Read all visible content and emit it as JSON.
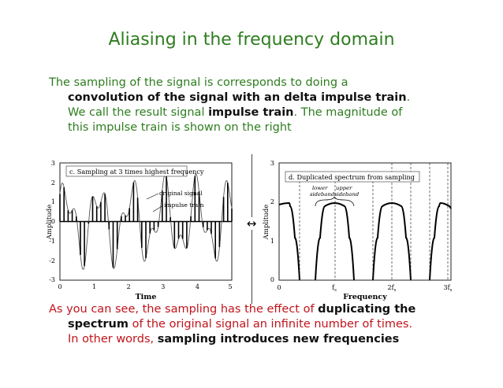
{
  "title": "Aliasing in the frequency domain",
  "para1": {
    "a": "The sampling of the signal is corresponds to doing a",
    "b": "convolution of the signal with an delta impulse train",
    "c": ".",
    "d": "We call the result signal ",
    "e": "impulse train",
    "f": ". The magnitude of",
    "g": "this impulse train is shown on the right"
  },
  "para2": {
    "a": "As you can see, the sampling has the effect of ",
    "b": "duplicating the",
    "c": "spectrum",
    "d": " of the original signal an infinite number of times.",
    "e": "In other words, ",
    "f": "sampling introduces new frequencies"
  },
  "left_plot": {
    "label": "c.  Sampling at 3 times highest frequency",
    "legend_orig": "original signal",
    "legend_imp": "impulse train",
    "ylabel": "Amplitude",
    "xlabel": "Time",
    "yticks": [
      "3",
      "2",
      "1",
      "0",
      "-1",
      "-2",
      "-3"
    ],
    "xticks": [
      "0",
      "1",
      "2",
      "3",
      "4",
      "5"
    ]
  },
  "arrow": "↔",
  "right_plot": {
    "label": "d.  Duplicated spectrum from sampling",
    "lower_sb_1": "lower",
    "lower_sb_2": "sideband",
    "upper_sb_1": "upper",
    "upper_sb_2": "sideband",
    "ylabel": "Amplitude",
    "xlabel": "Frequency",
    "yticks": [
      "3",
      "2",
      "1",
      "0"
    ],
    "xticks": [
      "0",
      "f",
      "2f",
      "3f"
    ],
    "xtick_sub": "s"
  }
}
